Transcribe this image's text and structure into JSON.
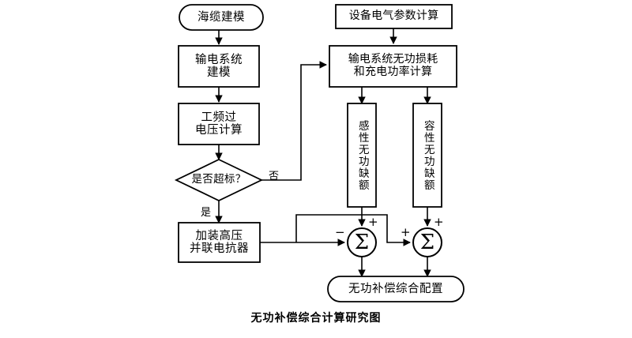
{
  "figure": {
    "caption": "无功补偿综合计算研究图",
    "line_color": "#000000",
    "fill_color": "#ffffff",
    "background": "#ffffff"
  },
  "nodes": {
    "sea_cable_model": {
      "label": "海缆建模",
      "shape": "terminator"
    },
    "transmission_system_model": {
      "label": "输电系统\n建模",
      "shape": "process"
    },
    "power_frequency_overvoltage": {
      "label": "工频过\n电压计算",
      "shape": "process"
    },
    "decision_exceed": {
      "label": "是否超标？",
      "shape": "decision"
    },
    "install_hv_shunt_reactor": {
      "label": "加装高压\n并联电抗器",
      "shape": "process"
    },
    "equipment_electrical_params": {
      "label": "设备电气参数计算",
      "shape": "process"
    },
    "reactive_loss_and_charging": {
      "label": "输电系统无功损耗\n和充电功率计算",
      "shape": "process"
    },
    "inductive_reactive_deficit": {
      "label": "感性无功缺额",
      "shape": "process-vertical"
    },
    "capacitive_reactive_deficit": {
      "label": "容性无功缺额",
      "shape": "process-vertical"
    },
    "sum_left": {
      "label": "Σ",
      "shape": "summing-junction"
    },
    "sum_right": {
      "label": "Σ",
      "shape": "summing-junction"
    },
    "reactive_compensation_config": {
      "label": "无功补偿综合配置",
      "shape": "terminator"
    }
  },
  "edge_labels": {
    "decision_no": "否",
    "decision_yes": "是"
  },
  "signs": {
    "sum_left_top": "+",
    "sum_left_side": "−",
    "sum_right_top": "+",
    "sum_right_side": "+"
  }
}
